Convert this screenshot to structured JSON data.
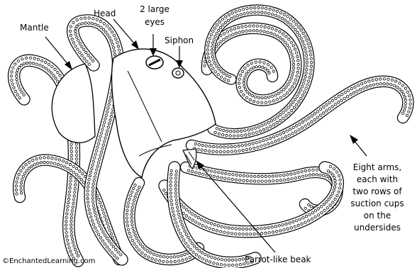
{
  "labels": {
    "mantle": "Mantle",
    "head": "Head",
    "eyes_line1": "2 large",
    "eyes_line2": "eyes",
    "siphon": "Siphon",
    "arms_line1": "Eight arms,",
    "arms_line2": "each with",
    "arms_line3": "two rows of",
    "arms_line4": "suction cups",
    "arms_line5": "on the",
    "arms_line6": "undersides",
    "beak": "Parrot-like beak"
  },
  "credit": "©EnchantedLearning.com",
  "colors": {
    "ink": "#000000",
    "paper": "#ffffff"
  }
}
